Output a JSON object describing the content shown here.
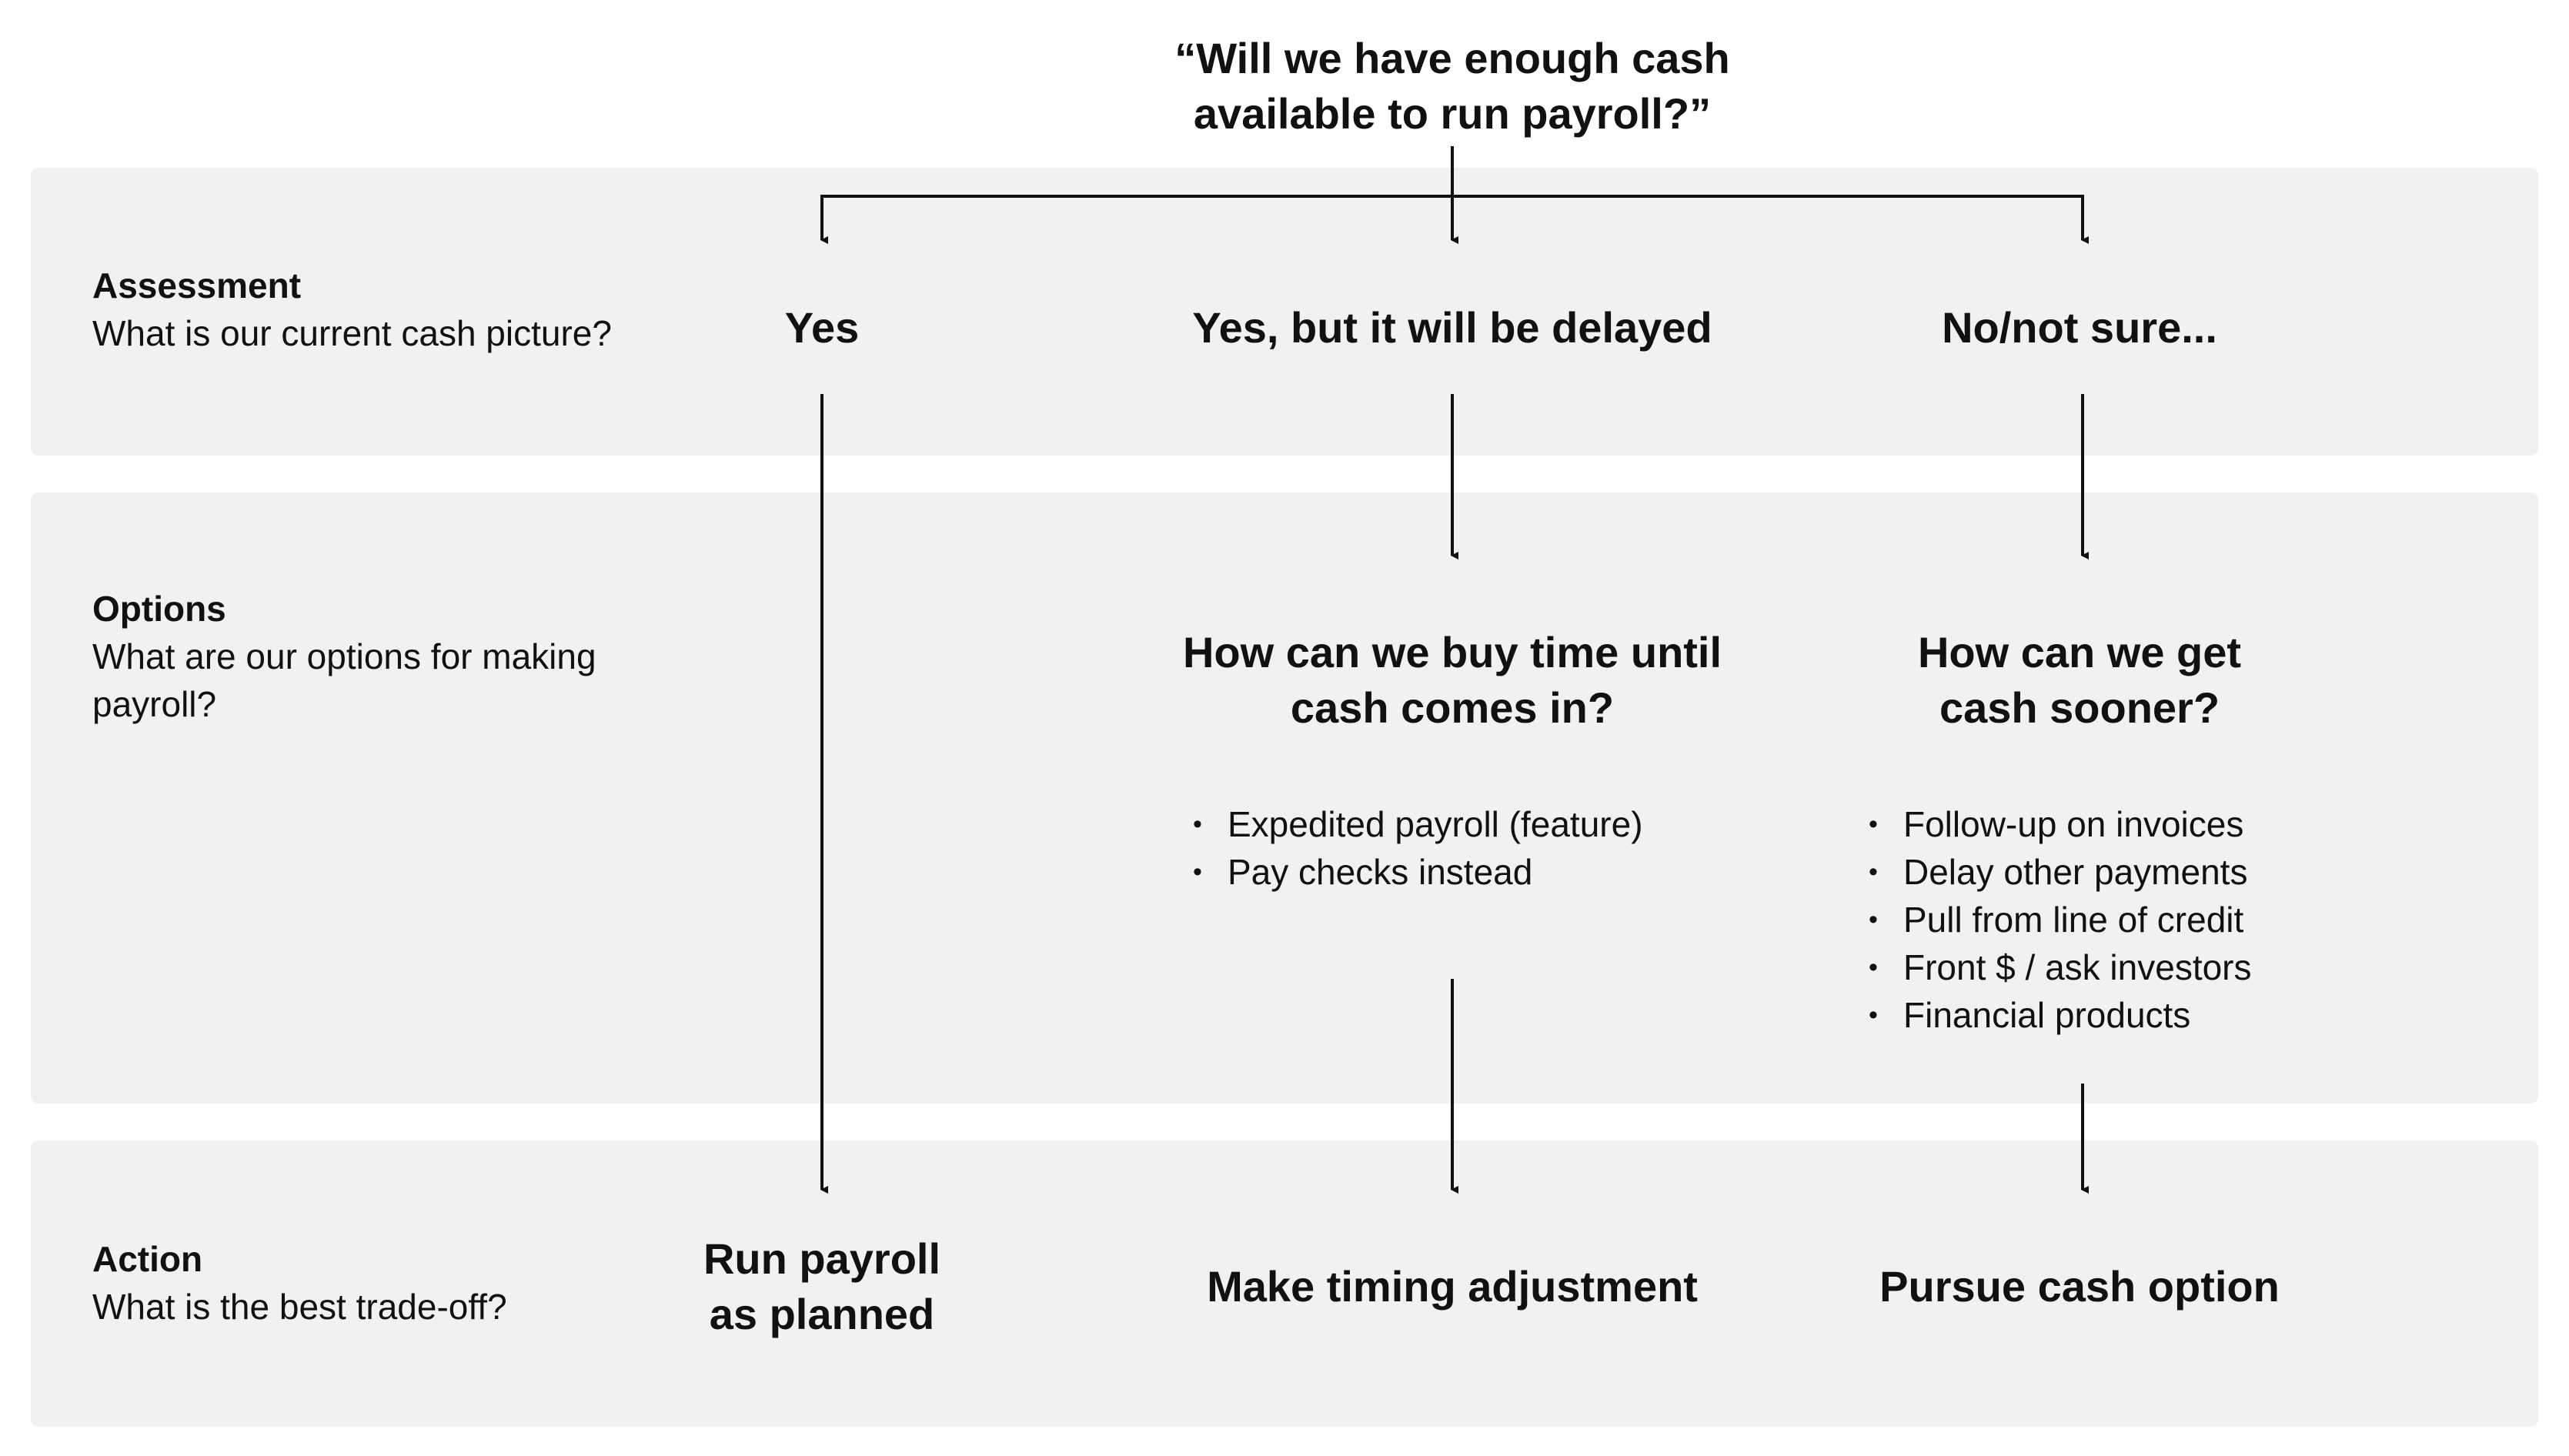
{
  "question": [
    "“Will we have enough cash",
    "available to run payroll?”"
  ],
  "rows": {
    "assessment": {
      "title": "Assessment",
      "subtitle": "What is our current cash picture?"
    },
    "options": {
      "title": "Options",
      "subtitle_lines": [
        "What are our options for making",
        "payroll?"
      ]
    },
    "action": {
      "title": "Action",
      "subtitle": "What is the best trade-off?"
    }
  },
  "assessment": {
    "yes": "Yes",
    "delayed": "Yes, but it will be delayed",
    "not_sure": "No/not sure..."
  },
  "options": {
    "buy_time": {
      "heading": [
        "How can we buy time until",
        "cash comes in?"
      ],
      "items": [
        "Expedited payroll (feature)",
        "Pay checks instead"
      ]
    },
    "cash_sooner": {
      "heading": [
        "How can we get",
        "cash sooner?"
      ],
      "items": [
        "Follow-up on invoices",
        "Delay other payments",
        "Pull from line of credit",
        "Front $ / ask investors",
        "Financial products"
      ]
    }
  },
  "actions": {
    "run_payroll": [
      "Run payroll",
      "as planned"
    ],
    "timing": "Make timing adjustment",
    "pursue": "Pursue cash option"
  },
  "colors": {
    "band": "#f1f1f1",
    "text": "#111111",
    "line": "#111111"
  }
}
